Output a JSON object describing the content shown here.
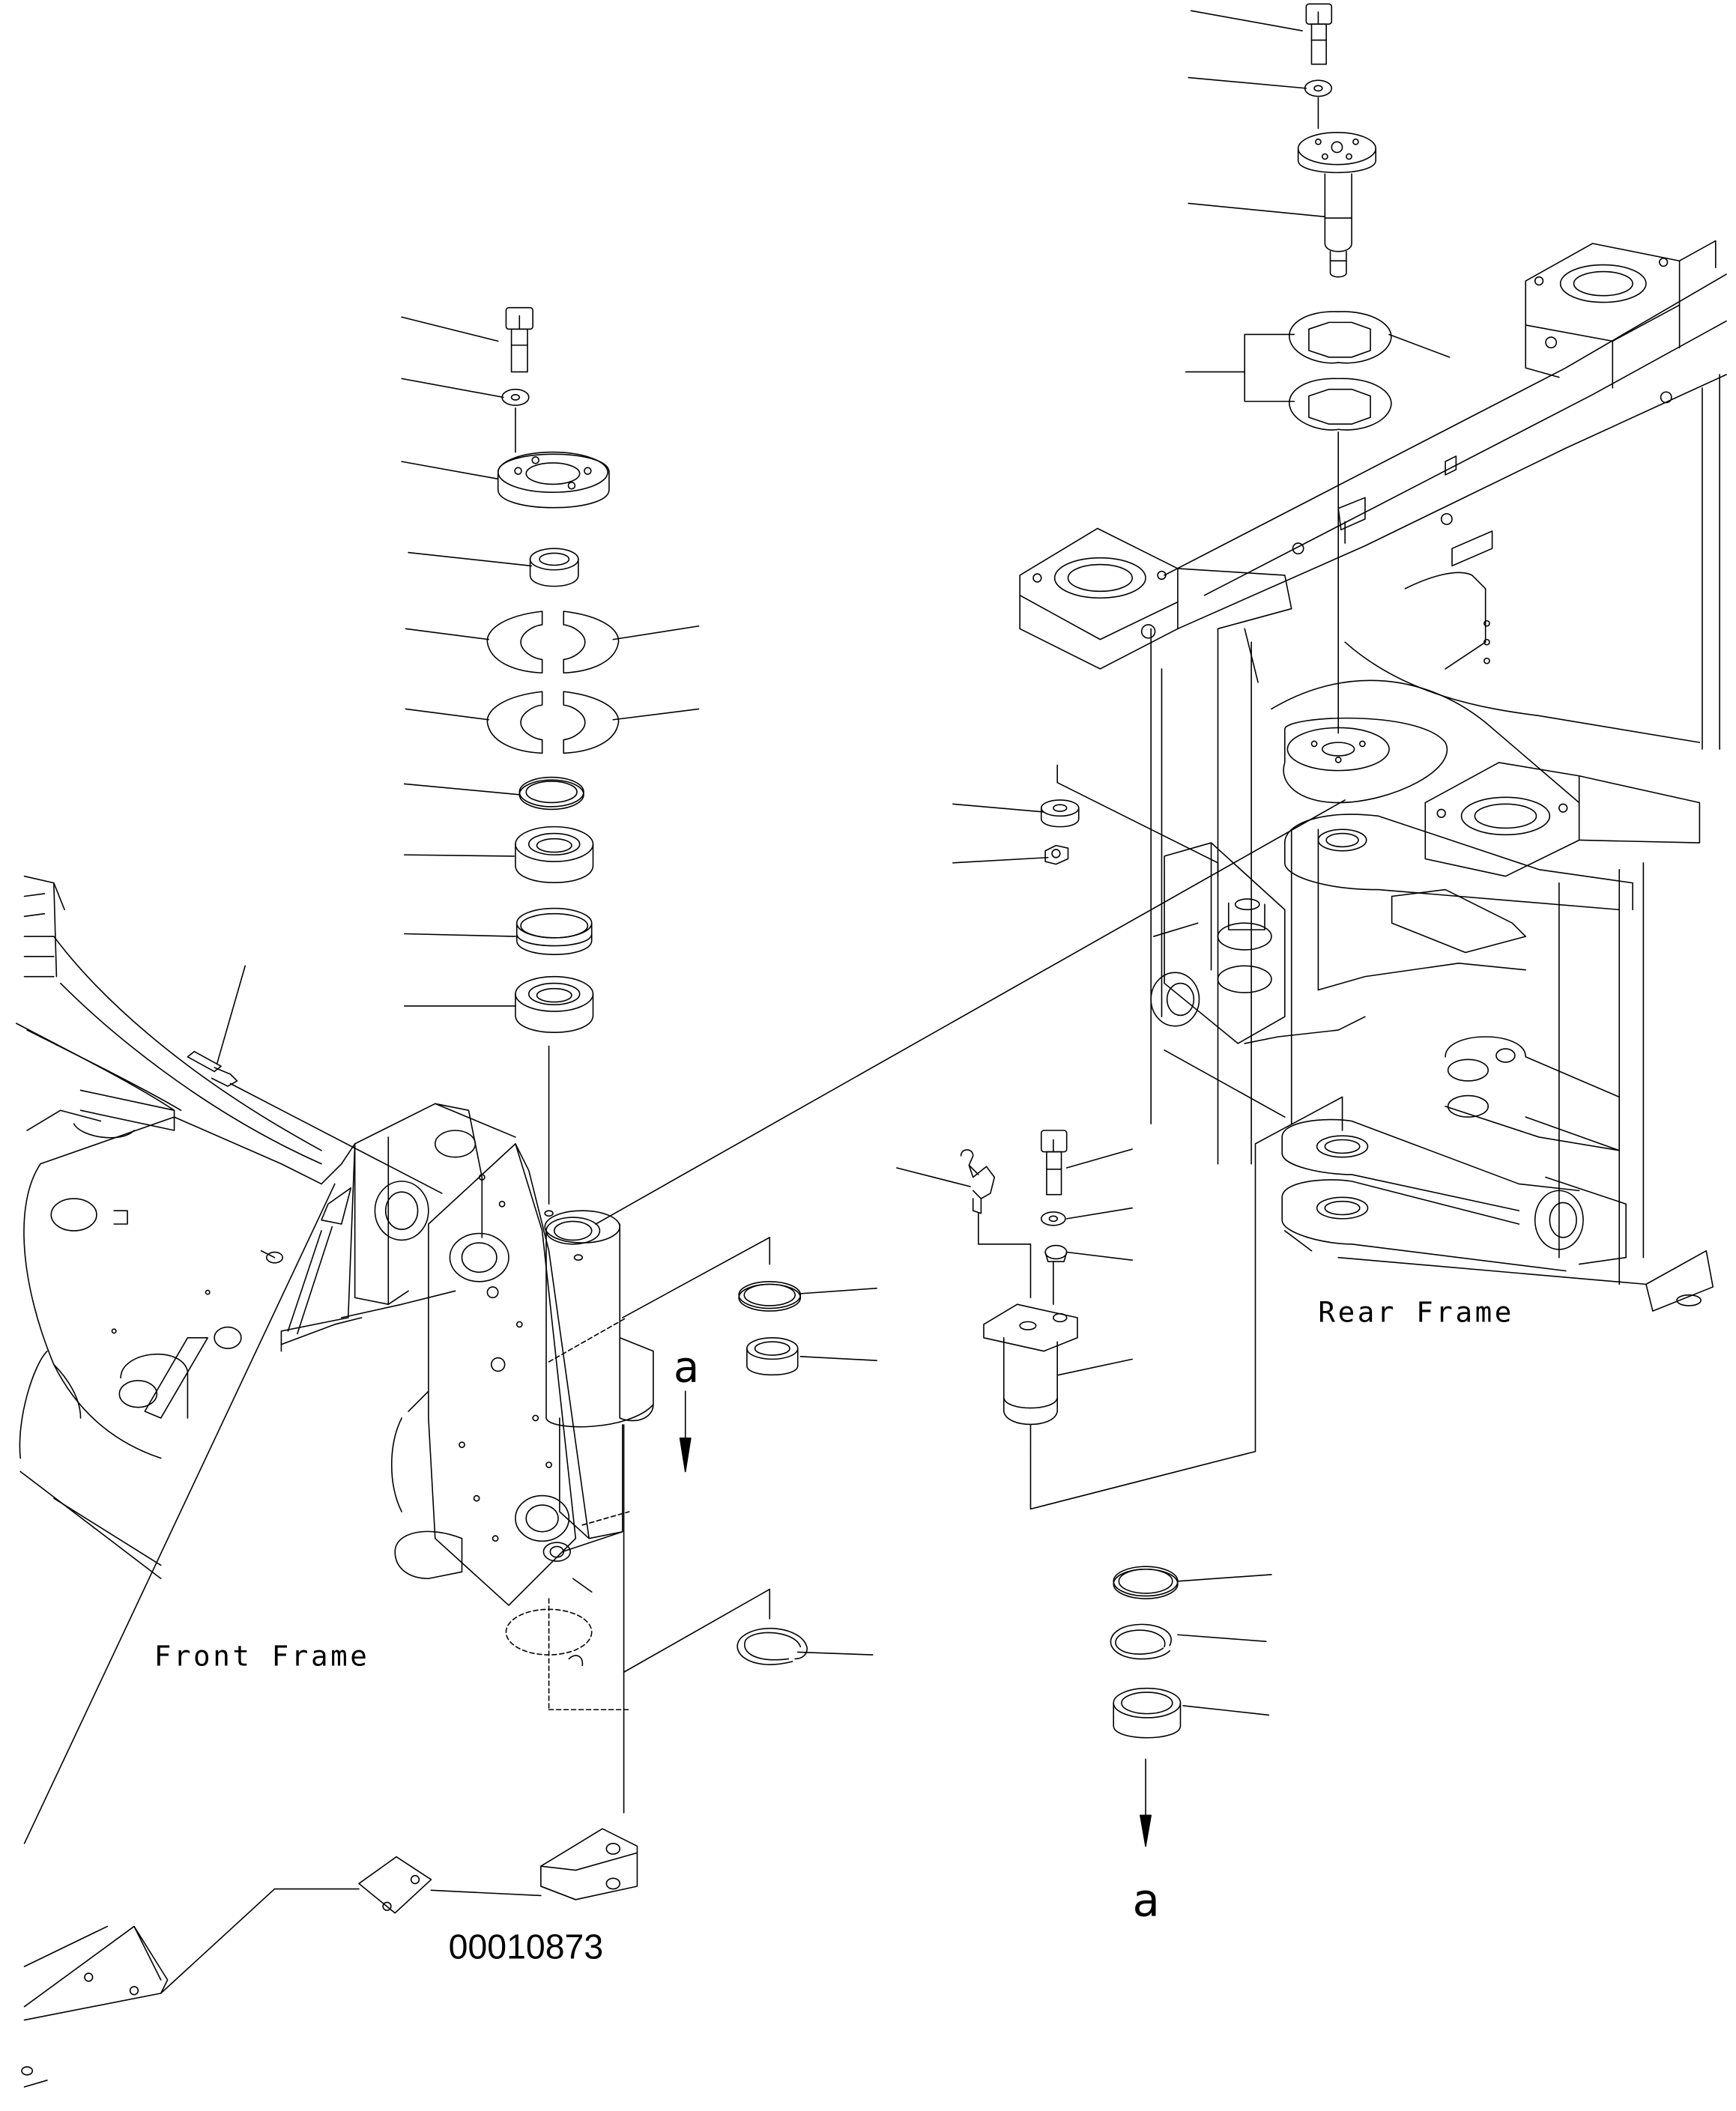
{
  "diagram": {
    "labels": {
      "front_frame": "Front Frame",
      "rear_frame": "Rear Frame",
      "arrow_ref_top": "a",
      "arrow_ref_bottom": "a",
      "figure_number": "00010873"
    },
    "colors": {
      "stroke": "#000000",
      "background": "#ffffff"
    }
  }
}
